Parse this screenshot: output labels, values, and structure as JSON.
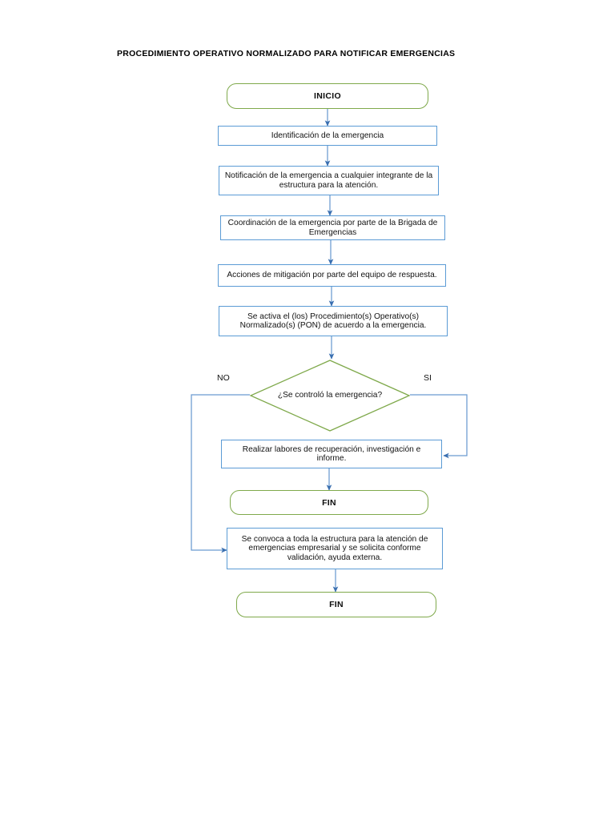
{
  "document": {
    "title": "PROCEDIMIENTO OPERATIVO NORMALIZADO PARA NOTIFICAR EMERGENCIAS"
  },
  "colors": {
    "terminal_border": "#7fa94b",
    "process_border": "#5b9bd5",
    "connector": "#4a7ebb",
    "text": "#121212",
    "background": "#ffffff"
  },
  "flowchart": {
    "type": "flowchart",
    "nodes": [
      {
        "id": "inicio",
        "shape": "terminal",
        "label": "INICIO"
      },
      {
        "id": "identificacion",
        "shape": "process",
        "label": "Identificación de la emergencia"
      },
      {
        "id": "notificacion",
        "shape": "process",
        "label": "Notificación de la emergencia a cualquier integrante de la estructura para la atención."
      },
      {
        "id": "coordinacion",
        "shape": "process",
        "label": "Coordinación de la emergencia por parte de la Brigada de Emergencias"
      },
      {
        "id": "mitigacion",
        "shape": "process",
        "label": "Acciones de mitigación por parte del equipo de respuesta."
      },
      {
        "id": "activa_pon",
        "shape": "process",
        "label": "Se activa el (los) Procedimiento(s) Operativo(s) Normalizado(s) (PON) de acuerdo a la emergencia."
      },
      {
        "id": "decision",
        "shape": "decision",
        "label": "¿Se controló la emergencia?"
      },
      {
        "id": "recuperacion",
        "shape": "process",
        "label": "Realizar labores de recuperación, investigación e informe."
      },
      {
        "id": "fin_si",
        "shape": "terminal",
        "label": "FIN"
      },
      {
        "id": "convoca",
        "shape": "process",
        "label": "Se convoca a toda la estructura para la atención de emergencias empresarial y se solicita conforme validación, ayuda externa."
      },
      {
        "id": "fin_no",
        "shape": "terminal",
        "label": "FIN"
      }
    ],
    "branches": {
      "no_label": "NO",
      "si_label": "SI"
    },
    "edges": [
      {
        "from": "inicio",
        "to": "identificacion",
        "label": ""
      },
      {
        "from": "identificacion",
        "to": "notificacion",
        "label": ""
      },
      {
        "from": "notificacion",
        "to": "coordinacion",
        "label": ""
      },
      {
        "from": "coordinacion",
        "to": "mitigacion",
        "label": ""
      },
      {
        "from": "mitigacion",
        "to": "activa_pon",
        "label": ""
      },
      {
        "from": "activa_pon",
        "to": "decision",
        "label": ""
      },
      {
        "from": "decision",
        "to": "recuperacion",
        "label": "SI"
      },
      {
        "from": "recuperacion",
        "to": "fin_si",
        "label": ""
      },
      {
        "from": "decision",
        "to": "convoca",
        "label": "NO"
      },
      {
        "from": "convoca",
        "to": "fin_no",
        "label": ""
      }
    ]
  }
}
